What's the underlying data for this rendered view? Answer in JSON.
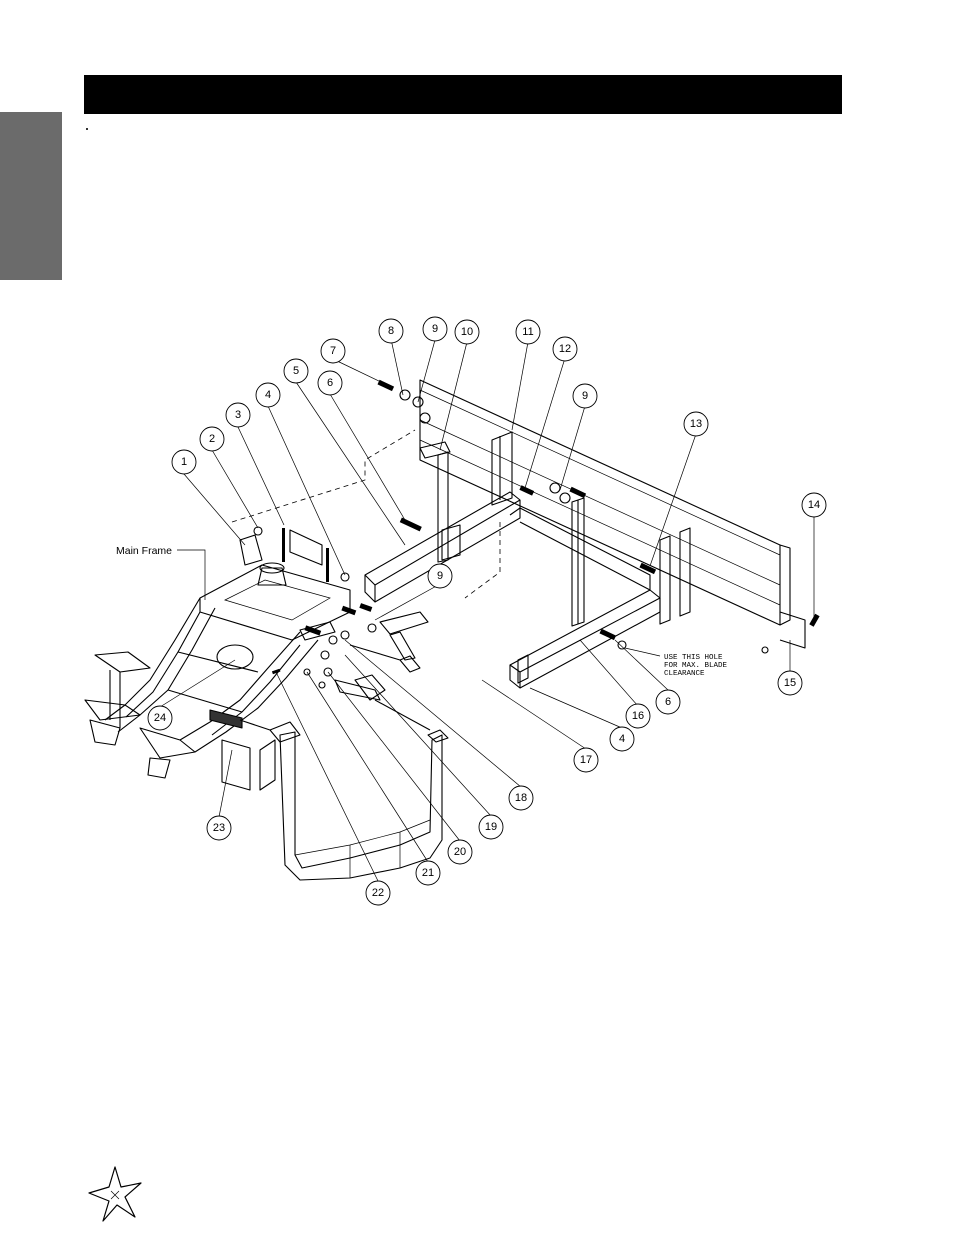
{
  "labels": {
    "main_frame": "Main Frame",
    "note_lines": [
      "USE THIS HOLE",
      "FOR MAX. BLADE",
      "CLEARANCE"
    ]
  },
  "callouts": [
    "1",
    "2",
    "3",
    "4",
    "5",
    "6",
    "7",
    "8",
    "9",
    "10",
    "11",
    "12",
    "9",
    "13",
    "14",
    "15",
    "16",
    "6",
    "4",
    "17",
    "18",
    "9",
    "19",
    "20",
    "21",
    "22",
    "23",
    "24"
  ]
}
